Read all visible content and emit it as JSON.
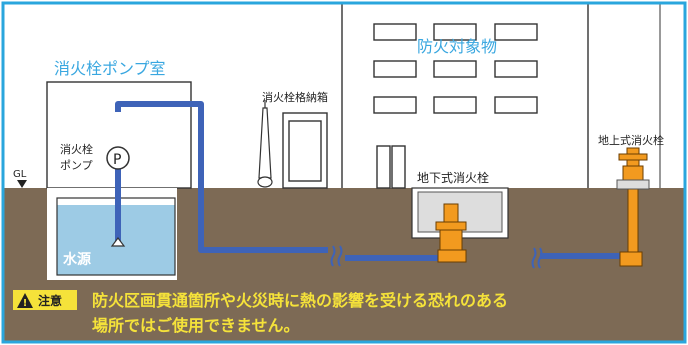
{
  "labels": {
    "pump_room": "消火栓ポンプ室",
    "building": "防火対象物",
    "storage_box": "消火栓格納箱",
    "pump_line1": "消火栓",
    "pump_line2": "ポンプ",
    "pump_symbol": "P",
    "gl": "GL",
    "water_source": "水源",
    "underground_hydrant": "地下式消火栓",
    "aboveground_hydrant": "地上式消火栓"
  },
  "warning": {
    "badge": "注意",
    "line1": "防火区画貫通箇所や火災時に熱の影響を受ける恐れのある",
    "line2": "場所ではご使用できません。"
  },
  "colors": {
    "frame": "#2aa6dd",
    "ground": "#7d6a55",
    "pipe": "#3e63b8",
    "water": "#9dcbe5",
    "hydrant": "#f29a1f",
    "warning_text": "#f5e23a",
    "badge": "#f5e23a",
    "building_title": "#39a7e0"
  }
}
